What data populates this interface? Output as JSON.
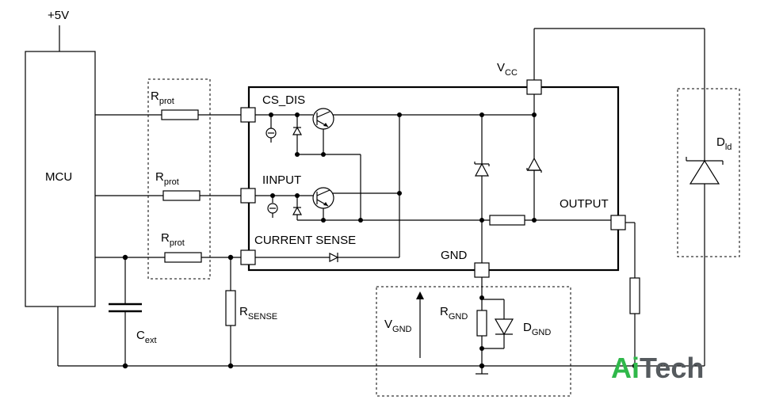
{
  "supply_label": "+5V",
  "mcu_label": "MCU",
  "rprot": {
    "main": "R",
    "sub": "prot"
  },
  "vcc": {
    "main": "V",
    "sub": "CC"
  },
  "dld": {
    "main": "D",
    "sub": "ld"
  },
  "pins": {
    "cs_dis": "CS_DIS",
    "input": "IINPUT",
    "current_sense": "CURRENT SENSE",
    "output": "OUTPUT",
    "gnd": "GND"
  },
  "rsense": {
    "main": "R",
    "sub": "SENSE"
  },
  "cext": {
    "main": "C",
    "sub": "ext"
  },
  "vgnd": {
    "main": "V",
    "sub": "GND"
  },
  "rgnd": {
    "main": "R",
    "sub": "GND"
  },
  "dgnd": {
    "main": "D",
    "sub": "GND"
  },
  "watermark": {
    "part1": "Ai",
    "part2": "Tech",
    "color1": "#2fb84a",
    "color2": "#555a5e"
  }
}
